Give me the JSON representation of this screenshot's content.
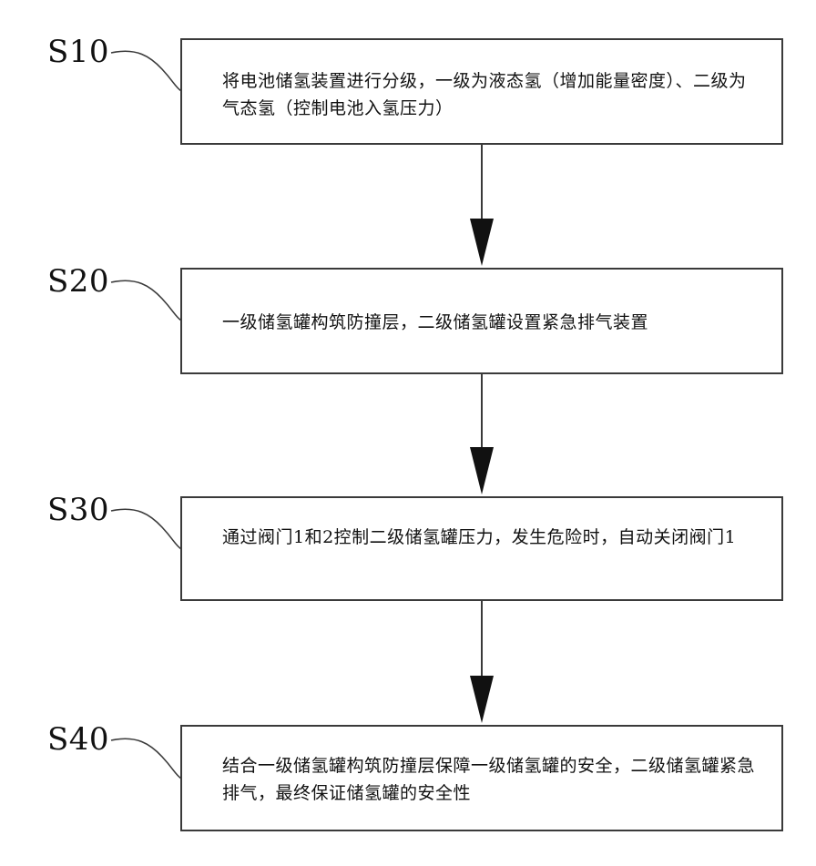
{
  "steps": [
    {
      "id": "S10",
      "text": "将电池储氢装置进行分级，一级为液态氢（增加能量密度）、二级为气态氢（控制电池入氢压力）"
    },
    {
      "id": "S20",
      "text": "一级储氢罐构筑防撞层，二级储氢罐设置紧急排气装置"
    },
    {
      "id": "S30",
      "text": "通过阀门1和2控制二级储氢罐压力，发生危险时，自动关闭阀门1"
    },
    {
      "id": "S40",
      "text": "结合一级储氢罐构筑防撞层保障一级储氢罐的安全，二级储氢罐紧急排气，最终保证储氢罐的安全性"
    }
  ],
  "colors": {
    "line": "#3a3a3a",
    "text": "#111111",
    "background": "#ffffff"
  }
}
